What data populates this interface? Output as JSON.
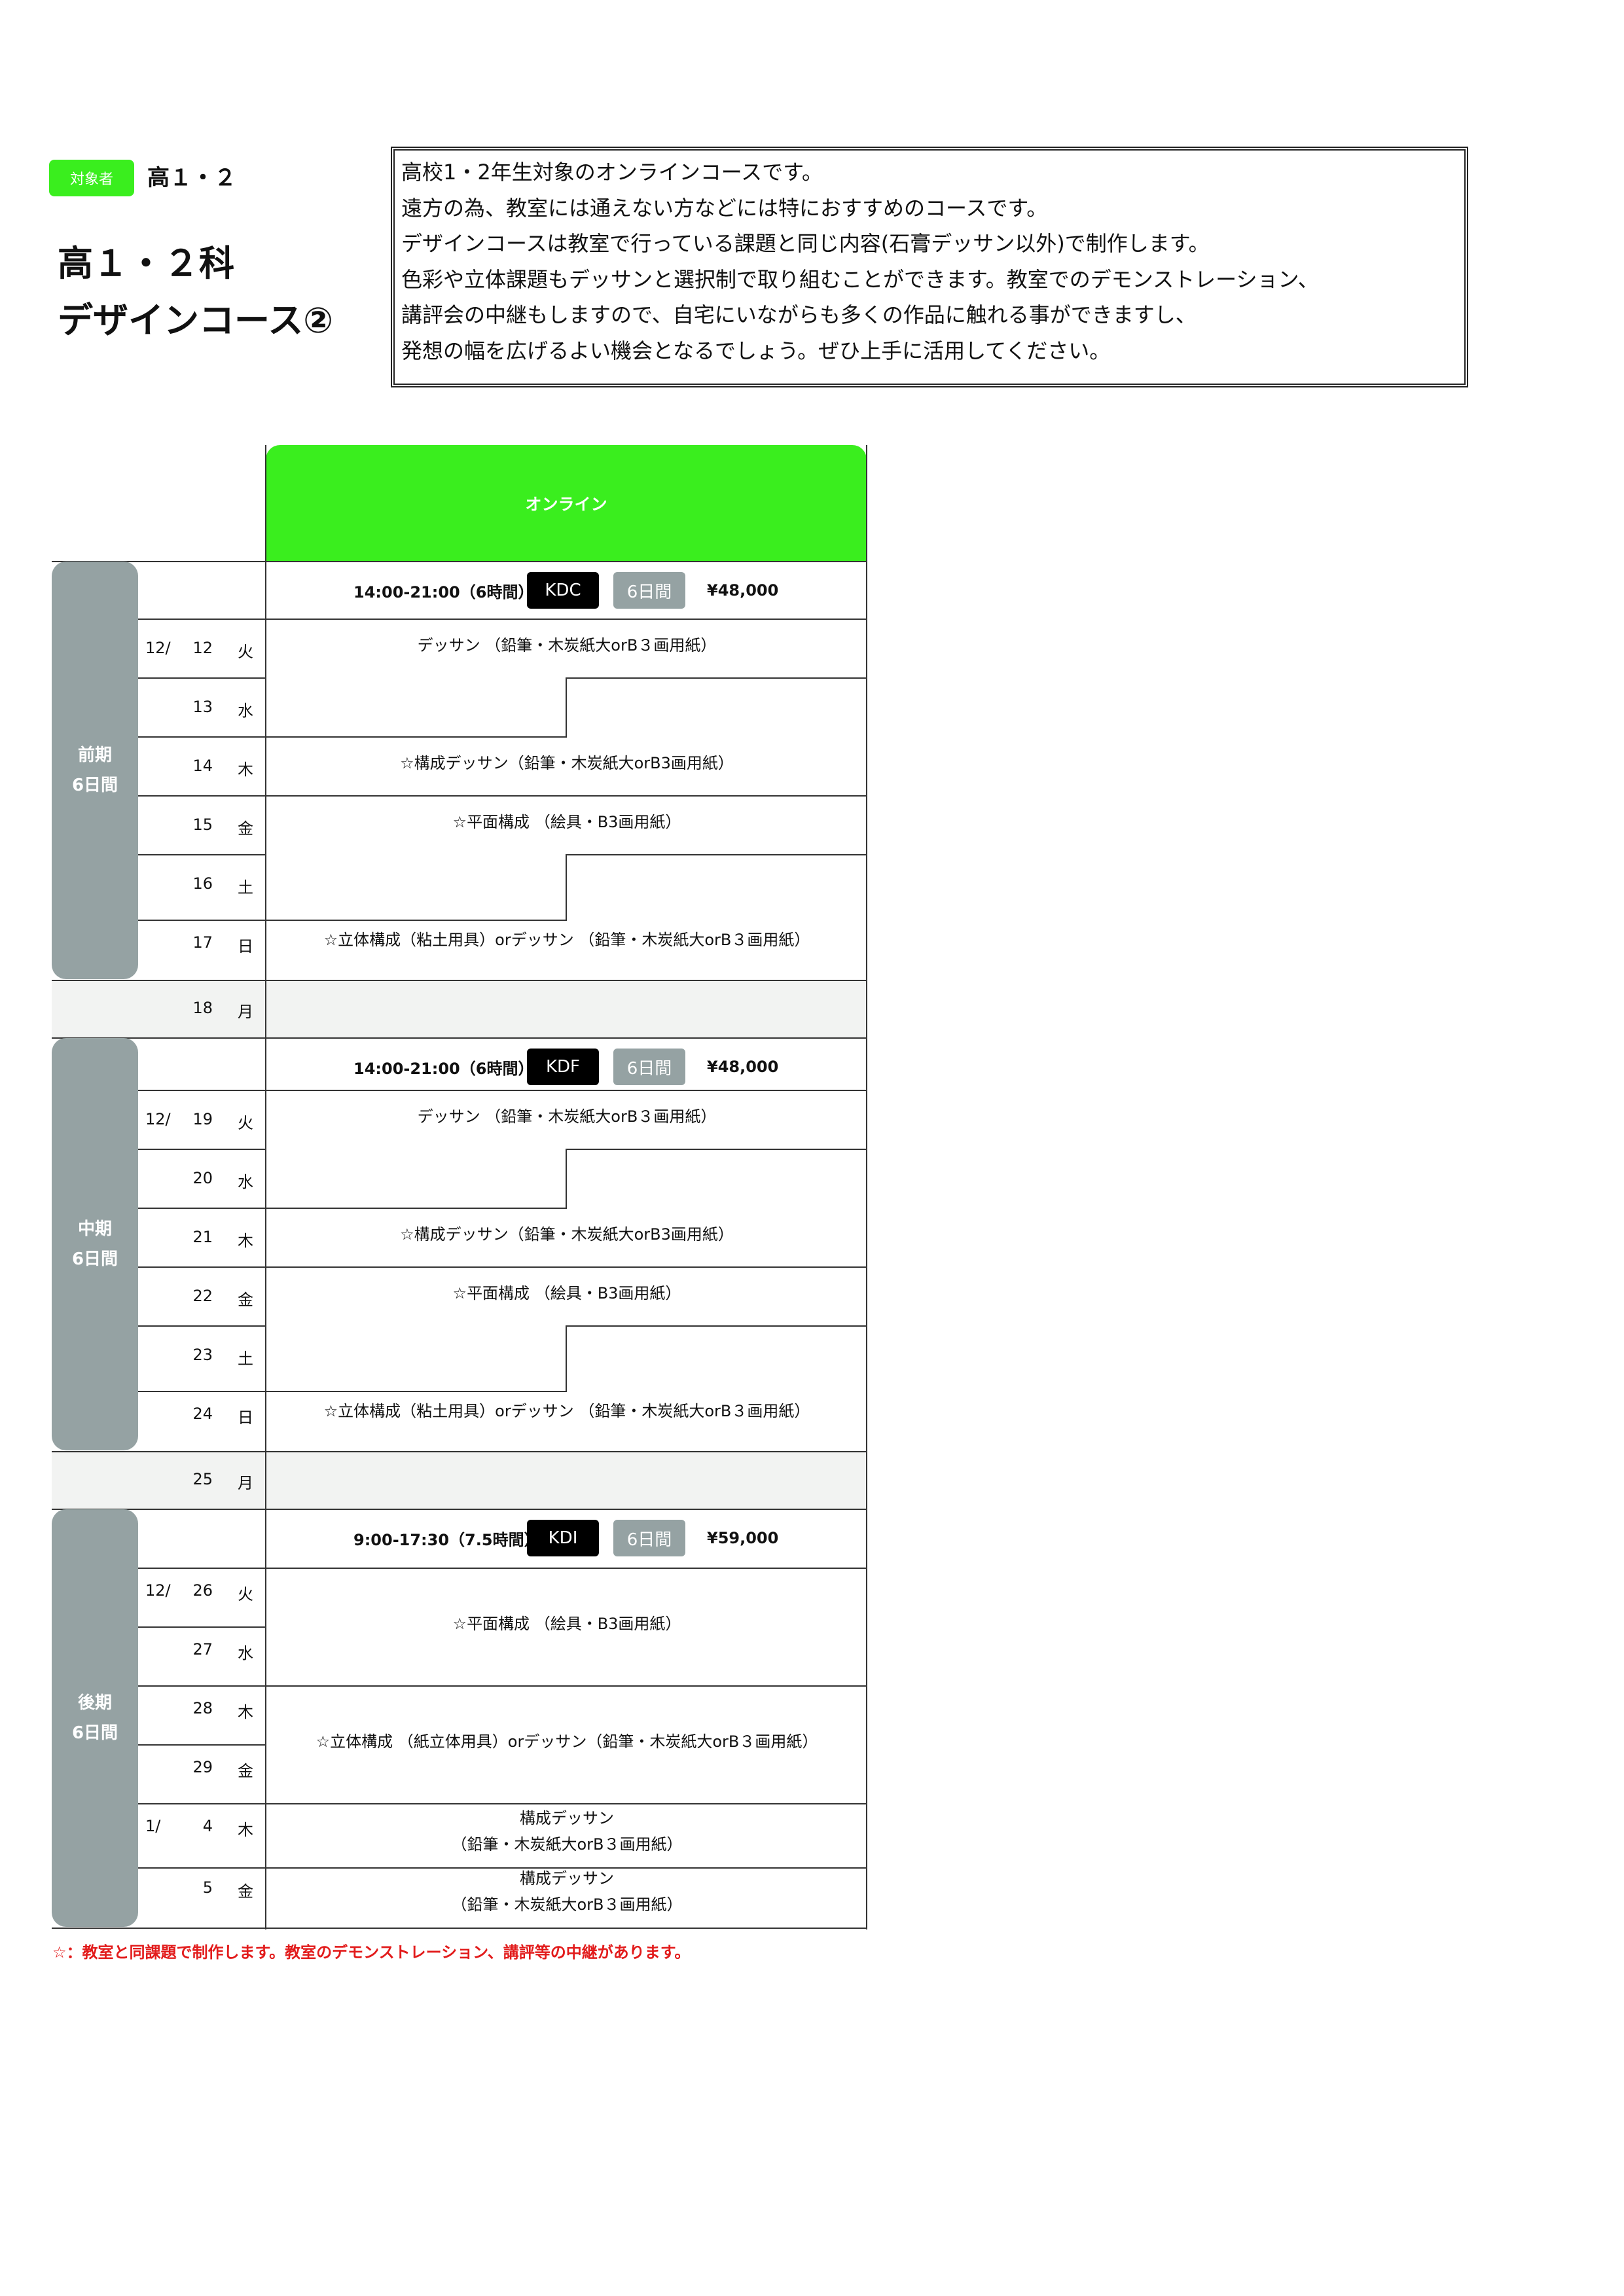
{
  "header": {
    "badge_label": "対象者",
    "grade": "高１・２",
    "title_line1": "高１・２科",
    "title_line2": "デザインコース②"
  },
  "description": [
    "高校1・2年生対象のオンラインコースです。",
    "遠方の為、教室には通えない方などには特におすすめのコースです。",
    "デザインコースは教室で行っている課題と同じ内容(石膏デッサン以外)で制作します。",
    "色彩や立体課題もデッサンと選択制で取り組むことができます。教室でのデモンストレーション、",
    "講評会の中継もしますので、自宅にいながらも多くの作品に触れる事ができますし、",
    "発想の幅を広げるよい機会となるでしょう。ぜひ上手に活用してください。"
  ],
  "table": {
    "column_header": "オンライン",
    "terms": [
      {
        "name_line1": "前期",
        "name_line2": "6日間",
        "time": "14:00-21:00（6時間）",
        "code": "KDC",
        "days": "6日間",
        "price": "¥48,000",
        "rows": [
          {
            "month": "12/",
            "day": "12",
            "dow": "火"
          },
          {
            "month": "",
            "day": "13",
            "dow": "水"
          },
          {
            "month": "",
            "day": "14",
            "dow": "木"
          },
          {
            "month": "",
            "day": "15",
            "dow": "金"
          },
          {
            "month": "",
            "day": "16",
            "dow": "土"
          },
          {
            "month": "",
            "day": "17",
            "dow": "日"
          }
        ],
        "contents": [
          "デッサン （鉛筆・木炭紙大orB３画用紙）",
          "☆構成デッサン（鉛筆・木炭紙大orB3画用紙）",
          "☆平面構成 （絵具・B3画用紙）",
          "☆立体構成（粘土用具）orデッサン （鉛筆・木炭紙大orB３画用紙）"
        ]
      },
      {
        "name_line1": "中期",
        "name_line2": "6日間",
        "time": "14:00-21:00（6時間）",
        "code": "KDF",
        "days": "6日間",
        "price": "¥48,000",
        "rows": [
          {
            "month": "12/",
            "day": "19",
            "dow": "火"
          },
          {
            "month": "",
            "day": "20",
            "dow": "水"
          },
          {
            "month": "",
            "day": "21",
            "dow": "木"
          },
          {
            "month": "",
            "day": "22",
            "dow": "金"
          },
          {
            "month": "",
            "day": "23",
            "dow": "土"
          },
          {
            "month": "",
            "day": "24",
            "dow": "日"
          }
        ],
        "contents": [
          "デッサン （鉛筆・木炭紙大orB３画用紙）",
          "☆構成デッサン（鉛筆・木炭紙大orB3画用紙）",
          "☆平面構成 （絵具・B3画用紙）",
          "☆立体構成（粘土用具）orデッサン （鉛筆・木炭紙大orB３画用紙）"
        ]
      },
      {
        "name_line1": "後期",
        "name_line2": "6日間",
        "time": "9:00-17:30（7.5時間）",
        "code": "KDI",
        "days": "6日間",
        "price": "¥59,000",
        "rows": [
          {
            "month": "12/",
            "day": "26",
            "dow": "火"
          },
          {
            "month": "",
            "day": "27",
            "dow": "水"
          },
          {
            "month": "",
            "day": "28",
            "dow": "木"
          },
          {
            "month": "",
            "day": "29",
            "dow": "金"
          },
          {
            "month": "1/",
            "day": "4",
            "dow": "木"
          },
          {
            "month": "",
            "day": "5",
            "dow": "金"
          }
        ],
        "contents": [
          "☆平面構成 （絵具・B3画用紙）",
          "☆立体構成 （紙立体用具）orデッサン（鉛筆・木炭紙大orB３画用紙）",
          "構成デッサン",
          "（鉛筆・木炭紙大orB３画用紙）",
          "構成デッサン",
          "（鉛筆・木炭紙大orB３画用紙）"
        ]
      }
    ],
    "off_days": [
      {
        "day": "18",
        "dow": "月"
      },
      {
        "day": "25",
        "dow": "月"
      }
    ]
  },
  "note": "☆：教室と同課題で制作します。教室のデモンストレーション、講評等の中継があります。",
  "colors": {
    "accent_green": "#3aee1e",
    "term_gray": "#95a2a3",
    "note_red": "#e21b1b"
  }
}
